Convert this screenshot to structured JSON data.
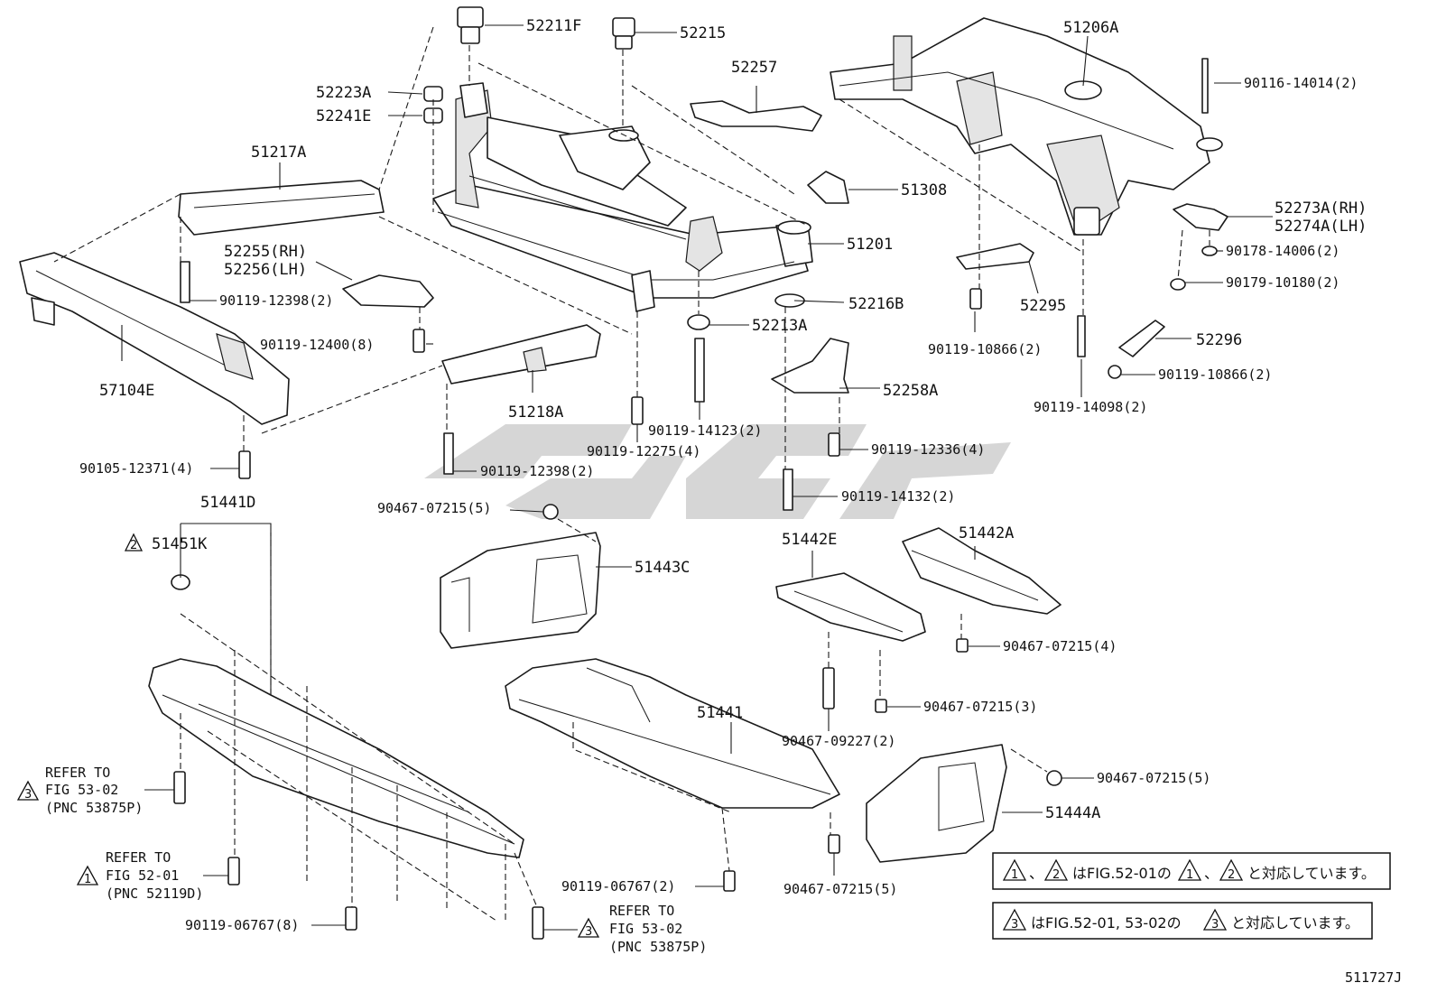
{
  "labels": {
    "p52211F": "52211F",
    "p52215": "52215",
    "p52257": "52257",
    "p51206A": "51206A",
    "p52223A": "52223A",
    "p52241E": "52241E",
    "p51217A": "51217A",
    "p90116_14014": "90116-14014(2)",
    "p51308": "51308",
    "p51201": "51201",
    "p52273A": "52273A(RH)",
    "p52274A": "52274A(LH)",
    "p90178_14006": "90178-14006(2)",
    "p52255": "52255(RH)",
    "p52256": "52256(LH)",
    "p90179_10180": "90179-10180(2)",
    "p52295": "52295",
    "p52216B": "52216B",
    "p90119_12398a": "90119-12398(2)",
    "p52213A": "52213A",
    "p90119_10866a": "90119-10866(2)",
    "p52296": "52296",
    "p90119_12400": "90119-12400(8)",
    "p90119_10866b": "90119-10866(2)",
    "p57104E": "57104E",
    "p52258A": "52258A",
    "p90119_14098": "90119-14098(2)",
    "p51218A": "51218A",
    "p90119_14123": "90119-14123(2)",
    "p90119_12275": "90119-12275(4)",
    "p90119_12336": "90119-12336(4)",
    "p90105_12371": "90105-12371(4)",
    "p90119_12398b": "90119-12398(2)",
    "p90119_14132": "90119-14132(2)",
    "p51441D": "51441D",
    "p90467_07215_5a": "90467-07215(5)",
    "p51451K": "51451K",
    "p51442E": "51442E",
    "p51442A": "51442A",
    "p51443C": "51443C",
    "p90467_07215_4": "90467-07215(4)",
    "p90467_07215_3": "90467-07215(3)",
    "p51441": "51441",
    "p90467_09227": "90467-09227(2)",
    "p90467_07215_5b": "90467-07215(5)",
    "p51444A": "51444A",
    "p90119_06767a": "90119-06767(2)",
    "p90467_07215_5c": "90467-07215(5)",
    "p90119_06767b": "90119-06767(8)"
  },
  "refs": {
    "ref1_a": "REFER TO",
    "ref1_b": "FIG 53-02",
    "ref1_c": "(PNC 53875P)",
    "ref2_a": "REFER TO",
    "ref2_b": "FIG 52-01",
    "ref2_c": "(PNC 52119D)",
    "ref3_a": "REFER TO",
    "ref3_b": "FIG 53-02",
    "ref3_c": "(PNC 53875P)"
  },
  "triangles": {
    "t1": "1",
    "t2": "2",
    "t3": "3"
  },
  "notes": {
    "note1": "はFIG.52-01の",
    "note1_mid": "、",
    "note1_end": "と対応しています。",
    "note2": "はFIG.52-01, 53-02の",
    "note2_end": "と対応しています。"
  },
  "figure_id": "511727J"
}
